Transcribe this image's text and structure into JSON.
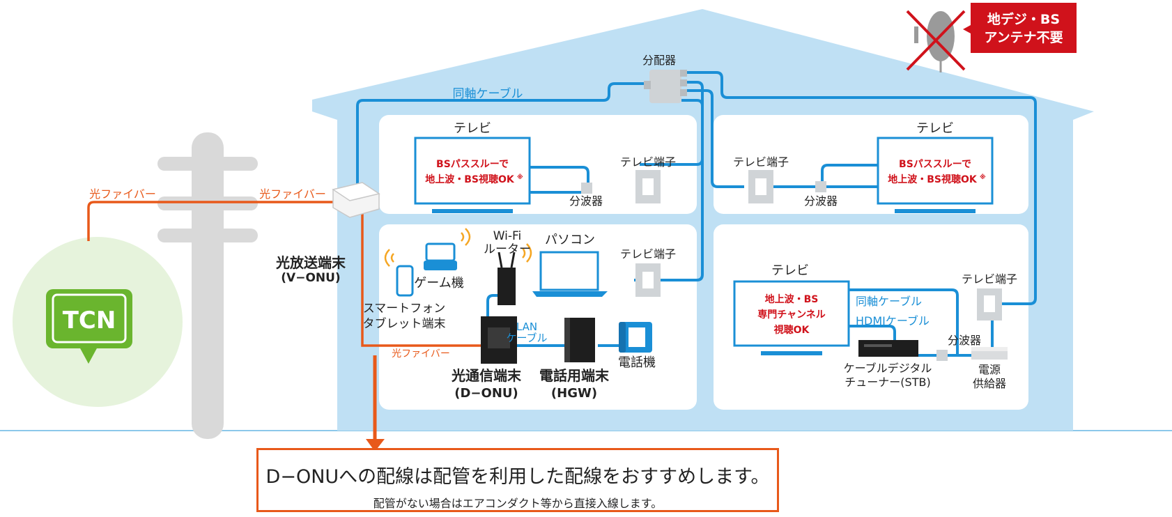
{
  "labels": {
    "fiber_left": "光ファイバー",
    "fiber_right": "光ファイバー",
    "fiber_inner": "光ファイバー",
    "coax_top": "同軸ケーブル",
    "splitter": "分配器",
    "v_onu_name": "光放送端末",
    "v_onu_model": "(V−ONU)",
    "tv_top_left": "テレビ",
    "tv_top_left_text1": "BSパススルーで",
    "tv_top_left_text2": "地上波・BS視聴OK",
    "tv_top_right": "テレビ",
    "tv_top_right_text1": "BSパススルーで",
    "tv_top_right_text2": "地上波・BS視聴OK",
    "asterisk": "※",
    "outlet_top_left": "テレビ端子",
    "outlet_top_right": "テレビ端子",
    "outlet_bottom_left": "テレビ端子",
    "outlet_bottom_right": "テレビ端子",
    "diplexer_top_left": "分波器",
    "diplexer_top_right": "分波器",
    "diplexer_bottom_right": "分波器",
    "wifi1": "Wi-Fi",
    "wifi2": "ルーター",
    "pc": "パソコン",
    "game": "ゲーム機",
    "phone1": "スマートフォン",
    "phone2": "タブレット端末",
    "lan1": "LAN",
    "lan2": "ケーブル",
    "d_onu_name": "光通信端末",
    "d_onu_model": "(D−ONU)",
    "hgw_name": "電話用端末",
    "hgw_model": "(HGW)",
    "telephone": "電話機",
    "tv_bottom": "テレビ",
    "tv_bottom_text1": "地上波・BS",
    "tv_bottom_text2": "専門チャンネル",
    "tv_bottom_text3": "視聴OK",
    "coax_bottom": "同軸ケーブル",
    "hdmi": "HDMIケーブル",
    "stb1": "ケーブルデジタル",
    "stb2": "チューナー(STB)",
    "power1": "電源",
    "power2": "供給器",
    "antenna1": "地デジ・BS",
    "antenna2": "アンテナ不要",
    "logo": "TCN"
  },
  "note": {
    "main": "D−ONUへの配線は配管を利用した配線をおすすめします。",
    "sub": "配管がない場合はエアコンダクト等から直接入線します。"
  },
  "colors": {
    "house": "#bfe0f4",
    "cable_blue": "#1a8fd6",
    "fiber_orange": "#e8591a",
    "alert_red": "#d0121b",
    "logo_green": "#6ab52e",
    "logo_circle": "#e6f3dc",
    "pole_gray": "#d9d9d9"
  }
}
